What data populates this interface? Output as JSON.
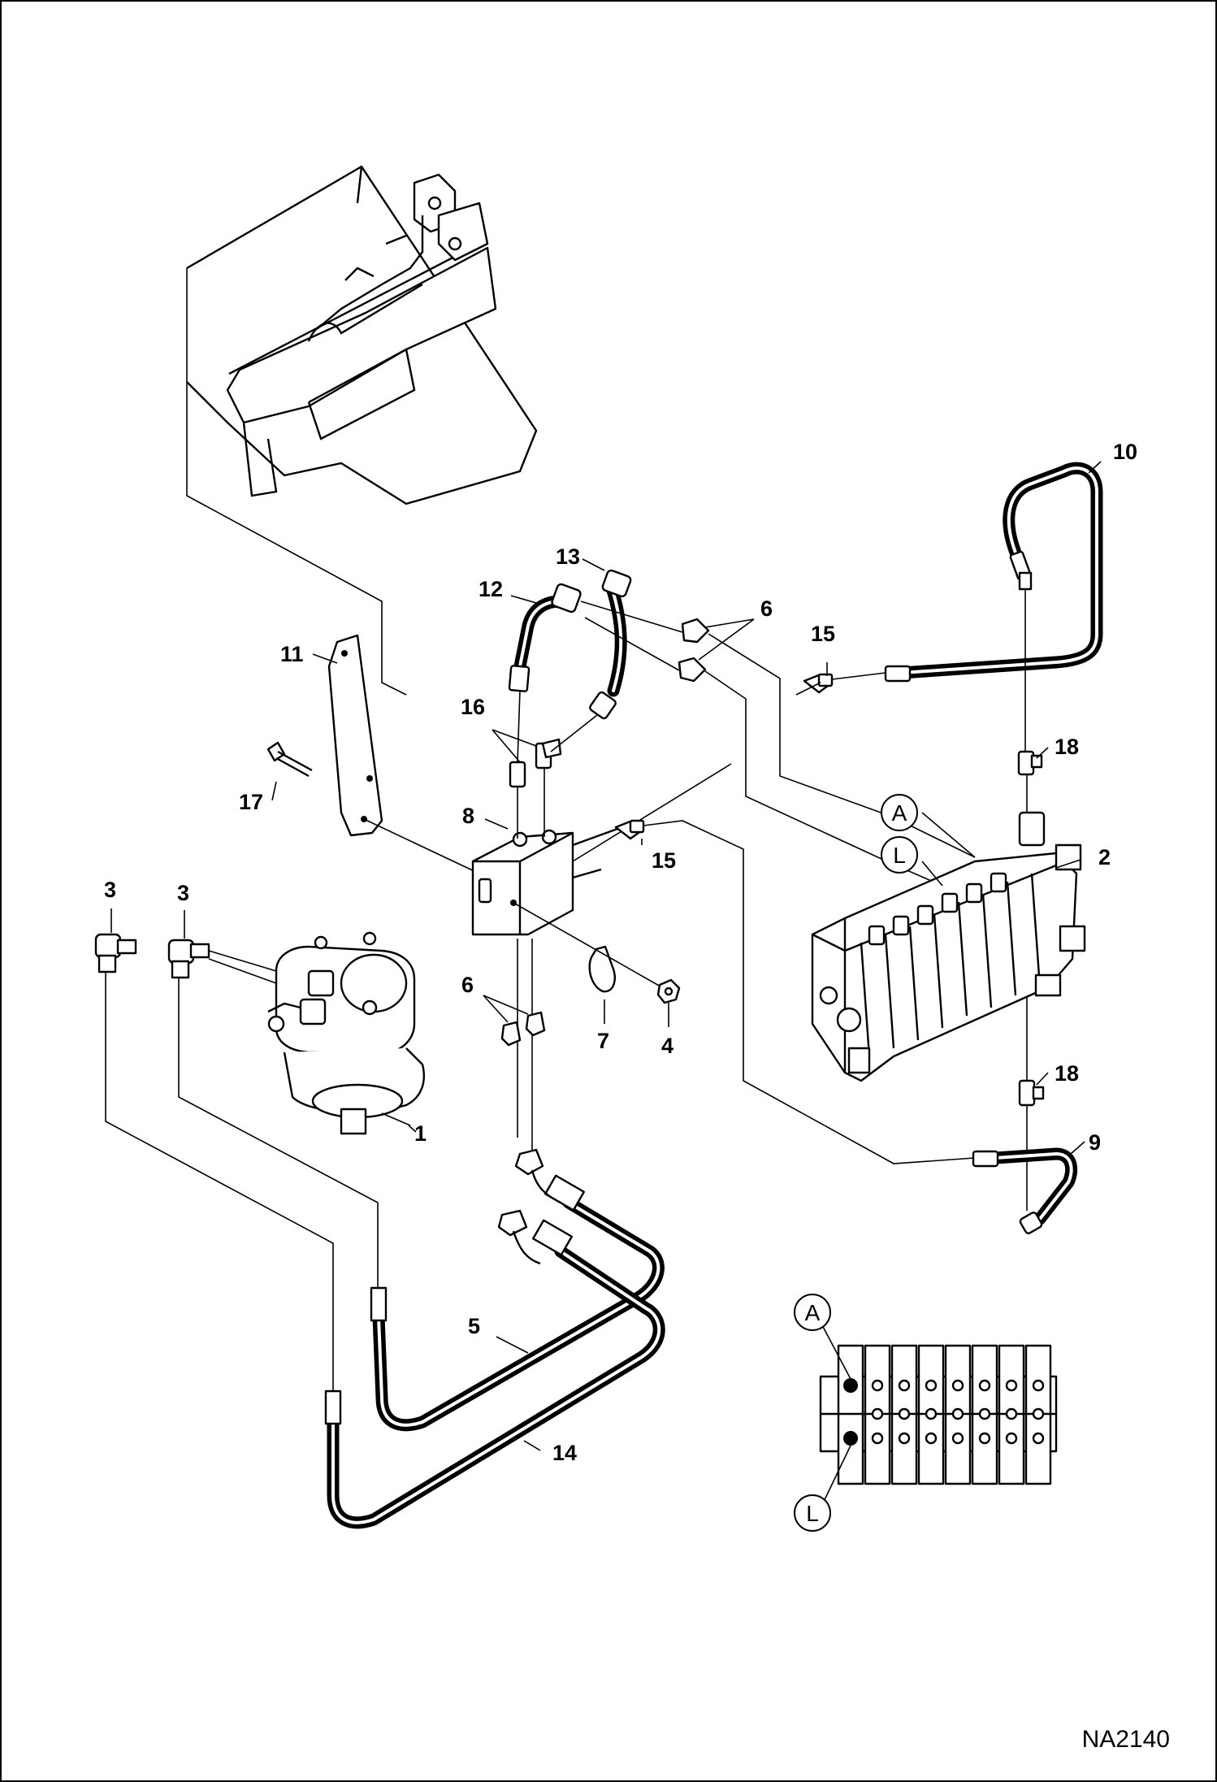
{
  "drawing_number": "NA2140",
  "callouts": [
    {
      "id": "c1",
      "text": "1"
    },
    {
      "id": "c2",
      "text": "2"
    },
    {
      "id": "c3a",
      "text": "3"
    },
    {
      "id": "c3b",
      "text": "3"
    },
    {
      "id": "c4",
      "text": "4"
    },
    {
      "id": "c5",
      "text": "5"
    },
    {
      "id": "c6a",
      "text": "6"
    },
    {
      "id": "c6b",
      "text": "6"
    },
    {
      "id": "c7",
      "text": "7"
    },
    {
      "id": "c8",
      "text": "8"
    },
    {
      "id": "c9",
      "text": "9"
    },
    {
      "id": "c10",
      "text": "10"
    },
    {
      "id": "c11",
      "text": "11"
    },
    {
      "id": "c12",
      "text": "12"
    },
    {
      "id": "c13",
      "text": "13"
    },
    {
      "id": "c14",
      "text": "14"
    },
    {
      "id": "c15a",
      "text": "15"
    },
    {
      "id": "c15b",
      "text": "15"
    },
    {
      "id": "c16",
      "text": "16"
    },
    {
      "id": "c17",
      "text": "17"
    },
    {
      "id": "c18a",
      "text": "18"
    },
    {
      "id": "c18b",
      "text": "18"
    }
  ],
  "port_markers": {
    "main_a": "A",
    "main_l": "L",
    "inset_a": "A",
    "inset_l": "L"
  }
}
